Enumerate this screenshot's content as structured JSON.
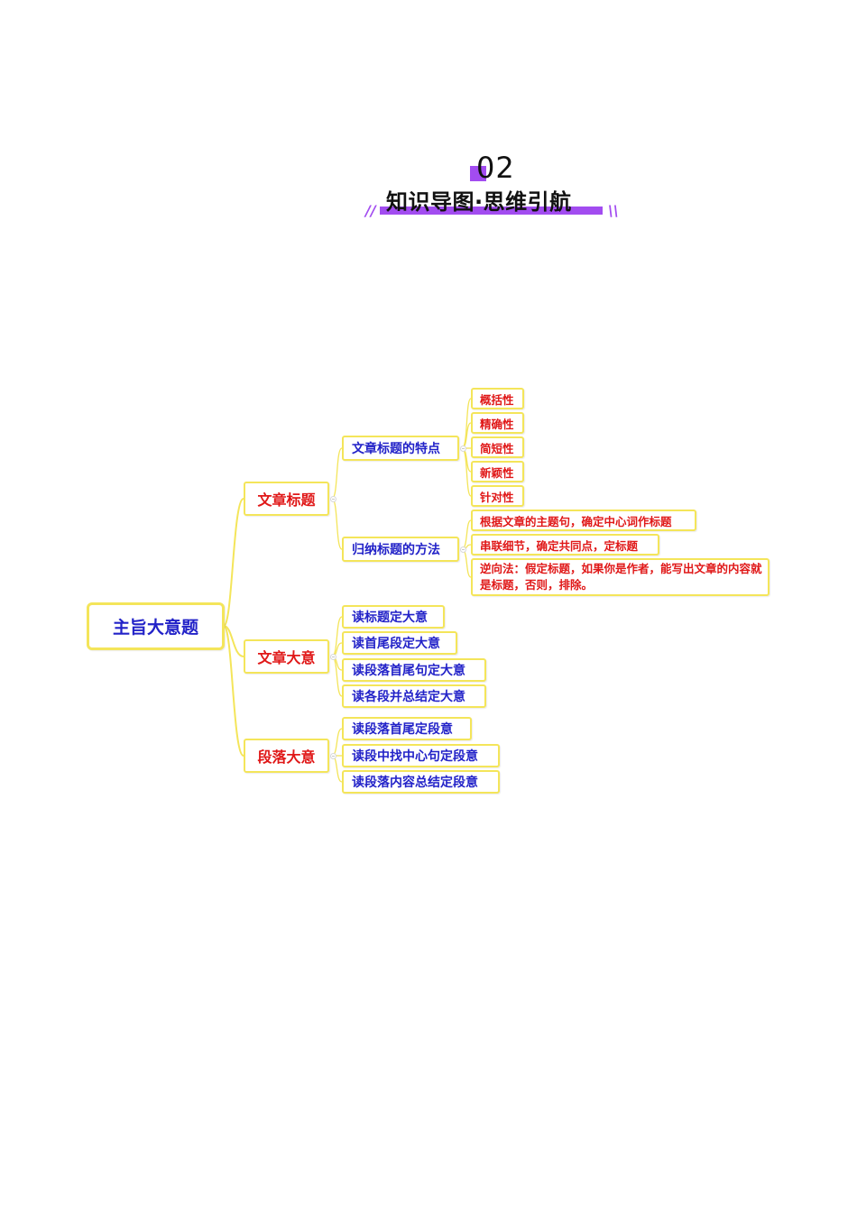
{
  "header": {
    "section_number": "02",
    "title": "知识导图·思维引航",
    "left_deco": "//",
    "right_deco": "\\\\",
    "accent_color": "#a24cf0"
  },
  "mindmap": {
    "line_color": "#f4e55a",
    "root": {
      "label": "主旨大意题",
      "color": "#2222c8"
    },
    "branches": [
      {
        "label": "文章标题",
        "color": "#e01818",
        "children": [
          {
            "label": "文章标题的特点",
            "color": "#2222c8",
            "children": [
              {
                "label": "概括性"
              },
              {
                "label": "精确性"
              },
              {
                "label": "简短性"
              },
              {
                "label": "新颖性"
              },
              {
                "label": "针对性"
              }
            ]
          },
          {
            "label": "归纳标题的方法",
            "color": "#2222c8",
            "children": [
              {
                "label": "根据文章的主题句，确定中心词作标题"
              },
              {
                "label": "串联细节，确定共同点，定标题"
              },
              {
                "label": "逆向法：假定标题，如果你是作者，能写出文章的内容就是标题，否则，排除。"
              }
            ]
          }
        ]
      },
      {
        "label": "文章大意",
        "color": "#e01818",
        "children": [
          {
            "label": "读标题定大意"
          },
          {
            "label": "读首尾段定大意"
          },
          {
            "label": "读段落首尾句定大意"
          },
          {
            "label": "读各段并总结定大意"
          }
        ]
      },
      {
        "label": "段落大意",
        "color": "#e01818",
        "children": [
          {
            "label": "读段落首尾定段意"
          },
          {
            "label": "读段中找中心句定段意"
          },
          {
            "label": "读段落内容总结定段意"
          }
        ]
      }
    ]
  }
}
